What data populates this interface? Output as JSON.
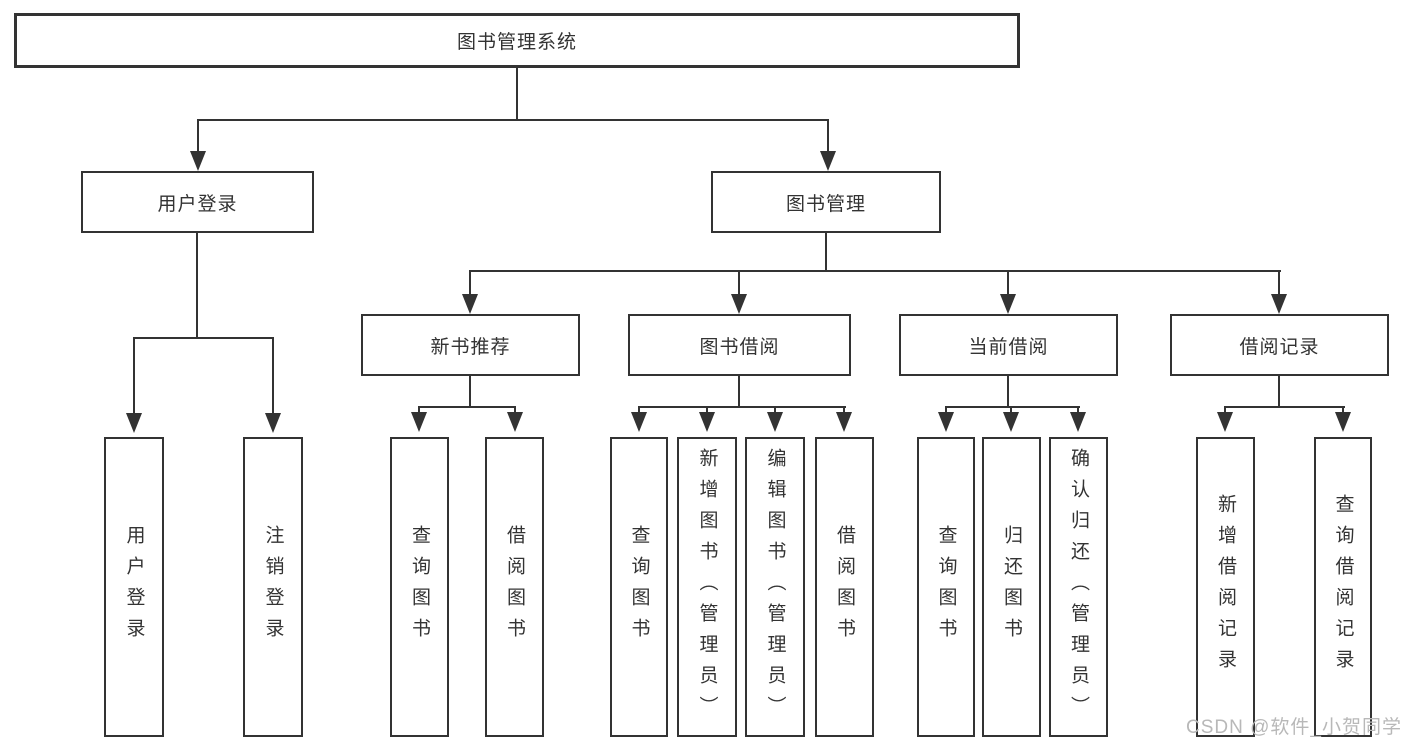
{
  "tree": {
    "label": "图书管理系统",
    "children": [
      {
        "label": "用户登录",
        "children": [
          {
            "label": "用户登录"
          },
          {
            "label": "注销登录"
          }
        ]
      },
      {
        "label": "图书管理",
        "children": [
          {
            "label": "新书推荐",
            "children": [
              {
                "label": "查询图书"
              },
              {
                "label": "借阅图书"
              }
            ]
          },
          {
            "label": "图书借阅",
            "children": [
              {
                "label": "查询图书"
              },
              {
                "label": "新增图书（管理员）"
              },
              {
                "label": "编辑图书（管理员）"
              },
              {
                "label": "借阅图书"
              }
            ]
          },
          {
            "label": "当前借阅",
            "children": [
              {
                "label": "查询图书"
              },
              {
                "label": "归还图书"
              },
              {
                "label": "确认归还（管理员）"
              }
            ]
          },
          {
            "label": "借阅记录",
            "children": [
              {
                "label": "新增借阅记录"
              },
              {
                "label": "查询借阅记录"
              }
            ]
          }
        ]
      }
    ]
  },
  "watermark": {
    "text": "CSDN @软件_小贺同学"
  },
  "colors": {
    "line": "#333333",
    "box_border": "#333333",
    "text": "#333333",
    "watermark": "#b8b8b8",
    "background": "#ffffff"
  }
}
